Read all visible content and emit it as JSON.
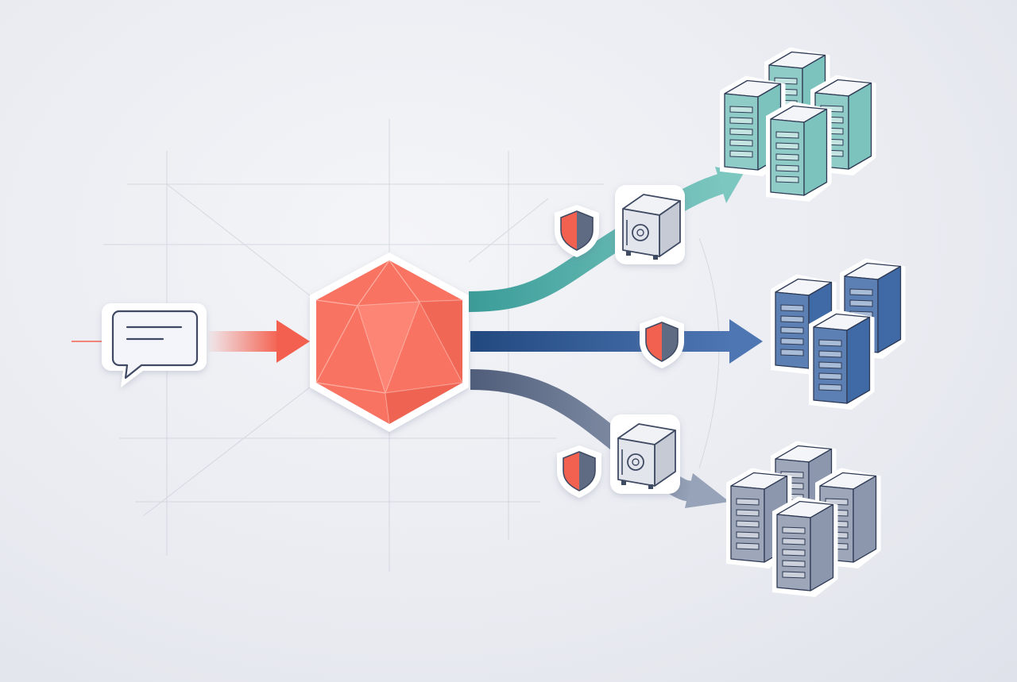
{
  "colors": {
    "background": "#eceef3",
    "hub": "#f97362",
    "hub_dark": "#e85a4a",
    "input_arrow": "#f4604f",
    "route_top": "#4aa8a4",
    "route_middle": "#2f5591",
    "route_bottom": "#6f7f9d",
    "servers_top": "#7cc3bd",
    "servers_middle": "#3f6aa6",
    "servers_bottom": "#8c97ad",
    "shield_red": "#f2604f",
    "shield_gray": "#5f6b82"
  },
  "nodes": {
    "message": {
      "icon": "chat-bubble-icon"
    },
    "hub": {
      "icon": "icosahedron-icon"
    },
    "targets": [
      {
        "id": "top",
        "icon": "server-cluster-icon",
        "color_key": "servers_top",
        "count": 4
      },
      {
        "id": "middle",
        "icon": "server-cluster-icon",
        "color_key": "servers_middle",
        "count": 3
      },
      {
        "id": "bottom",
        "icon": "server-cluster-icon",
        "color_key": "servers_bottom",
        "count": 4
      }
    ]
  },
  "routes": [
    {
      "id": "top",
      "badges": [
        "shield-icon",
        "safe-icon"
      ]
    },
    {
      "id": "middle",
      "badges": [
        "shield-icon"
      ]
    },
    {
      "id": "bottom",
      "badges": [
        "shield-icon",
        "safe-icon"
      ]
    }
  ]
}
